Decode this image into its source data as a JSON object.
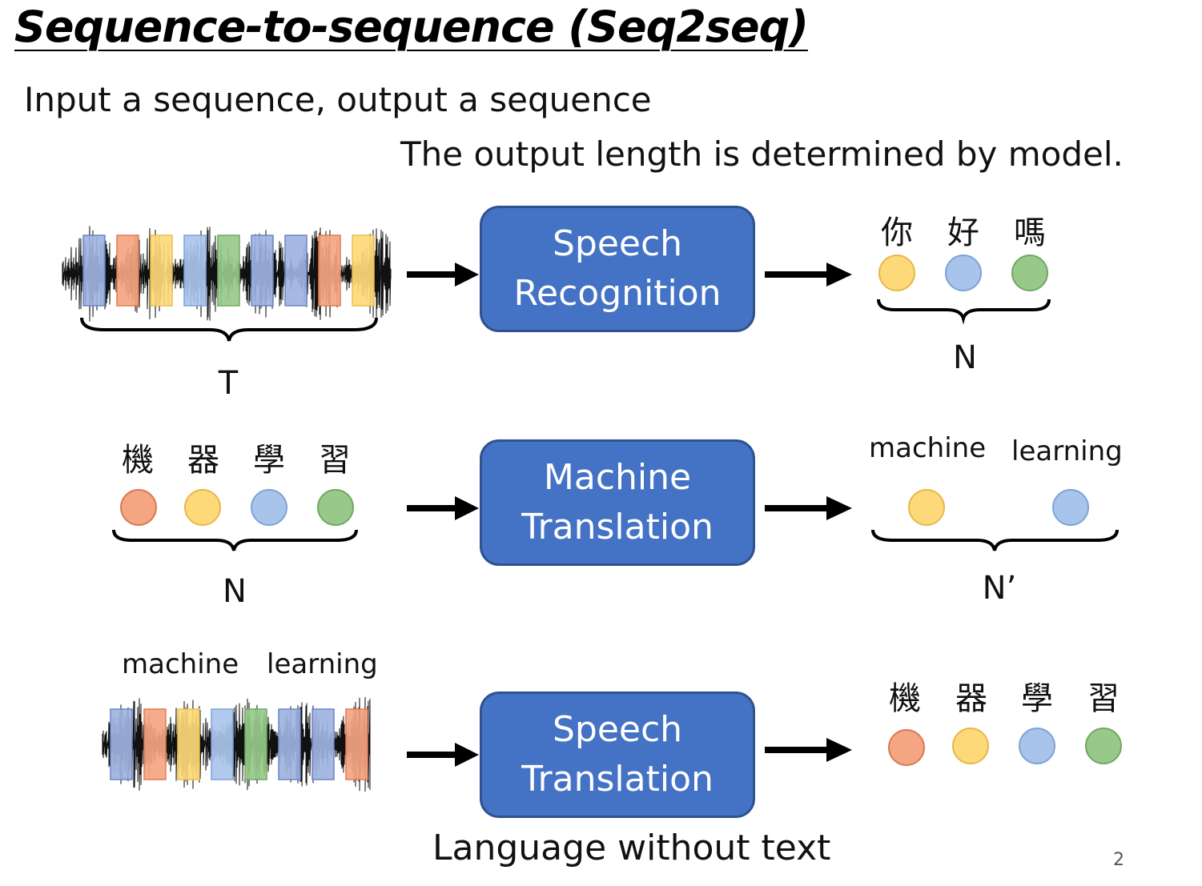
{
  "title": "Sequence-to-sequence (Seq2seq)",
  "subtitle": "Input a sequence, output a sequence",
  "note": "The output length is determined by model.",
  "footer": "Language without text",
  "page_number": "2",
  "colors": {
    "box_fill": "#4472c4",
    "box_border": "#2f528f",
    "blue": "#9db3df",
    "orange": "#f4a582",
    "yellow": "#fdd97a",
    "lightblue": "#a9c4ea",
    "green": "#98c98a"
  },
  "rows": [
    {
      "box_lines": [
        "Speech",
        "Recognition"
      ],
      "input_label": "T",
      "output_label": "N",
      "output_chars": [
        "你",
        "好",
        "嗎"
      ]
    },
    {
      "box_lines": [
        "Machine",
        "Translation"
      ],
      "input_chars": [
        "機",
        "器",
        "學",
        "習"
      ],
      "input_label": "N",
      "output_words": [
        "machine",
        "learning"
      ],
      "output_label": "N’"
    },
    {
      "box_lines": [
        "Speech",
        "Translation"
      ],
      "input_words": [
        "machine",
        "learning"
      ],
      "output_chars": [
        "機",
        "器",
        "學",
        "習"
      ]
    }
  ]
}
